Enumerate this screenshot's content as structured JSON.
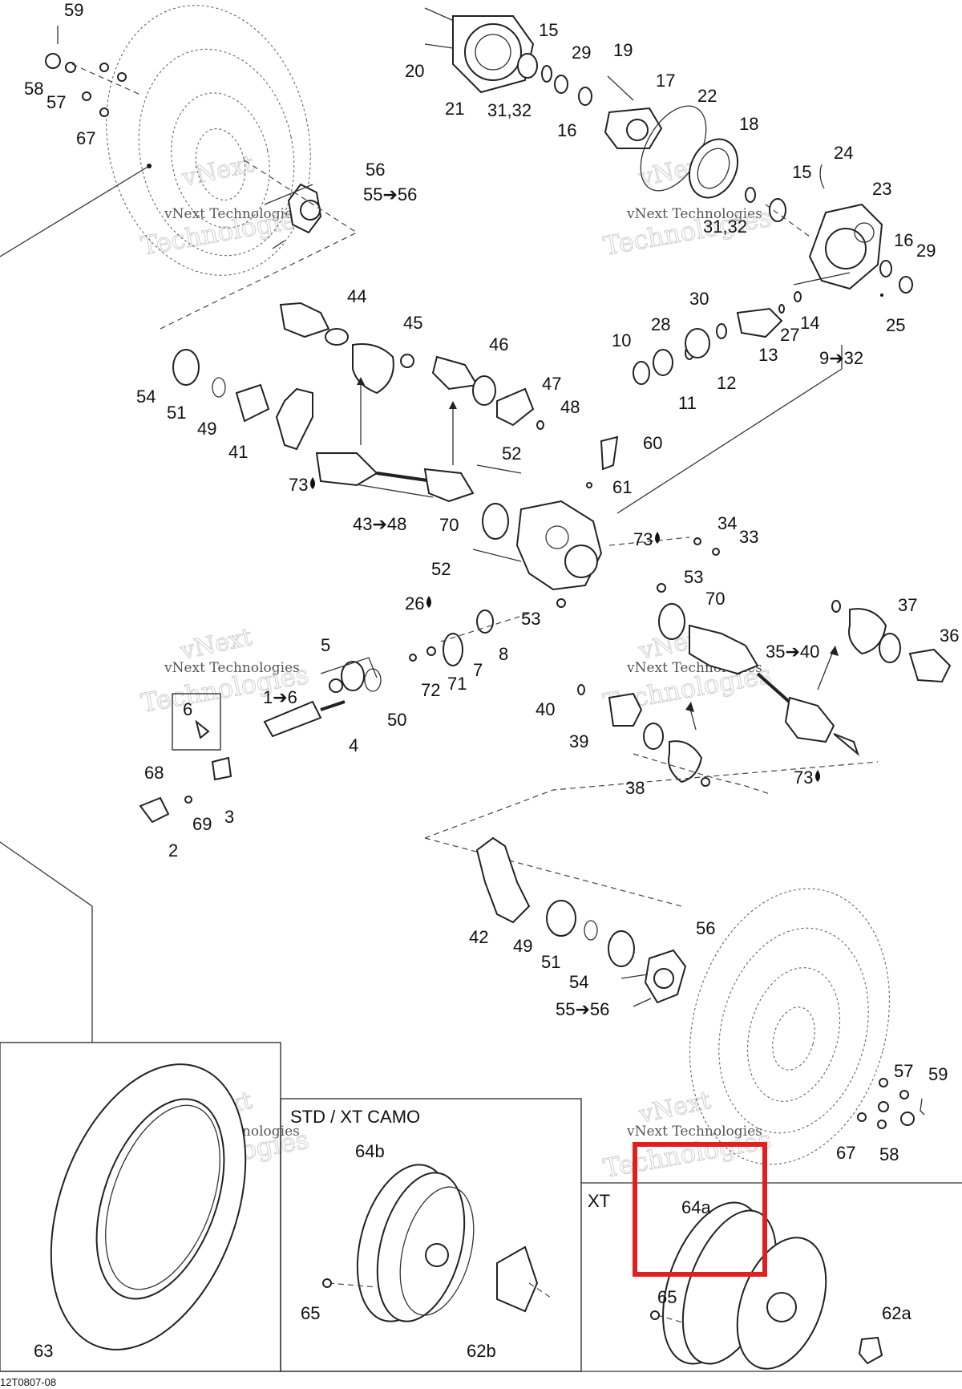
{
  "diagram": {
    "labels": [
      {
        "id": "l59a",
        "text": "59"
      },
      {
        "id": "l58a",
        "text": "58"
      },
      {
        "id": "l57a",
        "text": "57"
      },
      {
        "id": "l67a",
        "text": "67"
      },
      {
        "id": "l20",
        "text": "20"
      },
      {
        "id": "l21",
        "text": "21"
      },
      {
        "id": "l15a",
        "text": "15"
      },
      {
        "id": "l3132a",
        "text": "31,32"
      },
      {
        "id": "l29a",
        "text": "29"
      },
      {
        "id": "l16a",
        "text": "16"
      },
      {
        "id": "l19",
        "text": "19"
      },
      {
        "id": "l17",
        "text": "17"
      },
      {
        "id": "l22",
        "text": "22"
      },
      {
        "id": "l18",
        "text": "18"
      },
      {
        "id": "l56a",
        "text": "56"
      },
      {
        "id": "l5556a",
        "text": "55➔56"
      },
      {
        "id": "l24",
        "text": "24"
      },
      {
        "id": "l15b",
        "text": "15"
      },
      {
        "id": "l23",
        "text": "23"
      },
      {
        "id": "l3132b",
        "text": "31,32"
      },
      {
        "id": "l16b",
        "text": "16"
      },
      {
        "id": "l29b",
        "text": "29"
      },
      {
        "id": "l25",
        "text": "25"
      },
      {
        "id": "l44",
        "text": "44"
      },
      {
        "id": "l45",
        "text": "45"
      },
      {
        "id": "l46",
        "text": "46"
      },
      {
        "id": "l47",
        "text": "47"
      },
      {
        "id": "l48",
        "text": "48"
      },
      {
        "id": "l54a",
        "text": "54"
      },
      {
        "id": "l51a",
        "text": "51"
      },
      {
        "id": "l49a",
        "text": "49"
      },
      {
        "id": "l41",
        "text": "41"
      },
      {
        "id": "l30",
        "text": "30"
      },
      {
        "id": "l28",
        "text": "28"
      },
      {
        "id": "l10",
        "text": "10"
      },
      {
        "id": "l14",
        "text": "14"
      },
      {
        "id": "l27",
        "text": "27"
      },
      {
        "id": "l13",
        "text": "13"
      },
      {
        "id": "l12",
        "text": "12"
      },
      {
        "id": "l11",
        "text": "11"
      },
      {
        "id": "l932",
        "text": "9➔32"
      },
      {
        "id": "l60",
        "text": "60"
      },
      {
        "id": "l61",
        "text": "61"
      },
      {
        "id": "l52a",
        "text": "52"
      },
      {
        "id": "l73a",
        "text": "73"
      },
      {
        "id": "l4348",
        "text": "43➔48"
      },
      {
        "id": "l70a",
        "text": "70"
      },
      {
        "id": "l73b",
        "text": "73"
      },
      {
        "id": "l34",
        "text": "34"
      },
      {
        "id": "l33",
        "text": "33"
      },
      {
        "id": "l52b",
        "text": "52"
      },
      {
        "id": "l53a",
        "text": "53"
      },
      {
        "id": "l53b",
        "text": "53"
      },
      {
        "id": "l70b",
        "text": "70"
      },
      {
        "id": "l37",
        "text": "37"
      },
      {
        "id": "l36",
        "text": "36"
      },
      {
        "id": "l26",
        "text": "26"
      },
      {
        "id": "l8",
        "text": "8"
      },
      {
        "id": "l7",
        "text": "7"
      },
      {
        "id": "l71",
        "text": "71"
      },
      {
        "id": "l72",
        "text": "72"
      },
      {
        "id": "l5",
        "text": "5"
      },
      {
        "id": "l16c",
        "text": "1➔6"
      },
      {
        "id": "l50",
        "text": "50"
      },
      {
        "id": "l4",
        "text": "4"
      },
      {
        "id": "l6",
        "text": "6"
      },
      {
        "id": "l3",
        "text": "3"
      },
      {
        "id": "l68",
        "text": "68"
      },
      {
        "id": "l69",
        "text": "69"
      },
      {
        "id": "l2",
        "text": "2"
      },
      {
        "id": "l3540",
        "text": "35➔40"
      },
      {
        "id": "l40",
        "text": "40"
      },
      {
        "id": "l39",
        "text": "39"
      },
      {
        "id": "l38",
        "text": "38"
      },
      {
        "id": "l73c",
        "text": "73"
      },
      {
        "id": "l42",
        "text": "42"
      },
      {
        "id": "l49b",
        "text": "49"
      },
      {
        "id": "l51b",
        "text": "51"
      },
      {
        "id": "l54b",
        "text": "54"
      },
      {
        "id": "l56b",
        "text": "56"
      },
      {
        "id": "l5556b",
        "text": "55➔56"
      },
      {
        "id": "l57b",
        "text": "57"
      },
      {
        "id": "l59b",
        "text": "59"
      },
      {
        "id": "l67b",
        "text": "67"
      },
      {
        "id": "l58b",
        "text": "58"
      },
      {
        "id": "l63",
        "text": "63"
      },
      {
        "id": "l64b",
        "text": "64b"
      },
      {
        "id": "l65a",
        "text": "65"
      },
      {
        "id": "l62b",
        "text": "62b"
      },
      {
        "id": "l64a",
        "text": "64a"
      },
      {
        "id": "l65b",
        "text": "65"
      },
      {
        "id": "l62a",
        "text": "62a"
      }
    ],
    "sections": {
      "std_xt_camo": "STD / XT CAMO",
      "xt": "XT"
    },
    "watermark": {
      "brand": "vNext",
      "line2": "vNext Technologies",
      "line3": "Technologies"
    },
    "figure_code": "12T0807-08",
    "highlight_color": "#e02020"
  }
}
